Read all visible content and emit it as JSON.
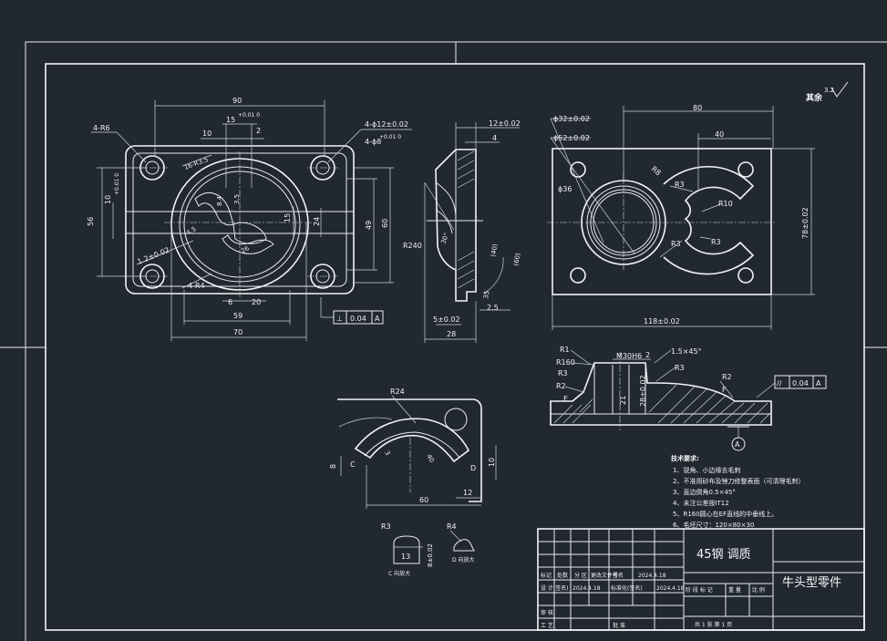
{
  "colors": {
    "background": "#212830",
    "line": "#e8ecef"
  },
  "roughness": {
    "label": "其余",
    "value": "3.2"
  },
  "top_view": {
    "dim_overall_top": "90",
    "dim_15": "15",
    "dim_15_tol": "+0.01 0",
    "dim_10": "10",
    "dim_2": "2",
    "holes_4R6": "4-R6",
    "holes_4phi12": "4-ϕ12±0.02",
    "holes_4phi8": "4-ϕ8",
    "holes_4phi8_tol": "+0.01 0",
    "radius_16R3_5": "16-R3.5",
    "dim_left_56": "56",
    "dim_left_10": "10",
    "dim_left_10_tol": "+0.01 0",
    "dim_1_2": "1.2±0.02",
    "dim_4R4": "4-R4",
    "dim_6": "6",
    "dim_20": "20",
    "dim_59": "59",
    "dim_70": "70",
    "dim_right_15": "15",
    "dim_right_24": "24",
    "dim_right_49": "49",
    "dim_right_60": "60",
    "dim_inner_84": "8.4",
    "dim_inner_4_5": "4.5",
    "dim_inner_3_5": "3.5",
    "dim_inner_26": "26",
    "perp_symbol": "⊥",
    "perp_value": "0.04",
    "perp_datum": "A"
  },
  "side_view": {
    "dim_12": "12±0.02",
    "dim_4": "4",
    "r240": "R240",
    "dim_5": "5±0.02",
    "dim_28": "28",
    "dim_2_5": "2.5",
    "angle_40": "(40)",
    "angle_60": "(60)",
    "angle_35": "35",
    "angle_30": "30°"
  },
  "right_view": {
    "phi32": "ϕ32±0.02",
    "phi52": "ϕ52±0.02",
    "phi36": "ϕ36",
    "dim_80": "80",
    "dim_40": "40",
    "r3_a": "R3",
    "r3_b": "R3",
    "r3_c": "R3",
    "r10": "R10",
    "r8": "R8",
    "dim_78": "78±0.02",
    "dim_118": "118±0.02"
  },
  "section": {
    "r1": "R1",
    "r160": "R160",
    "r3_a": "R3",
    "r2_a": "R2",
    "e": "E",
    "m30": "M30H6",
    "dim_2": "2",
    "chamfer": "1.5×45°",
    "r3_b": "R3",
    "r2_b": "R2",
    "f": "F",
    "dim_21": "21",
    "dim_28": "28±0.02",
    "parallel_symbol": "//",
    "parallel_value": "0.04",
    "parallel_datum": "A",
    "datum": "A"
  },
  "detail": {
    "r24": "R24",
    "dim_8": "8",
    "c": "C",
    "d": "D",
    "dim_40": "40",
    "dim_10": "10",
    "dim_60": "60",
    "dim_12": "12",
    "angle_3": "3",
    "r3": "R3",
    "r4": "R4",
    "dim_13": "13",
    "dim_vert": "8±0.02",
    "label_c": "C 向放大",
    "label_d": "D 向放大"
  },
  "notes": {
    "title": "技术要求:",
    "items": [
      "1、锐角、小边缘去毛刺",
      "2、不准用砂布及锉刀修整表面（可清理毛刺）",
      "3、直边倒角0.5×45°",
      "4、未注公差按IT12",
      "5、R160圆心在EF直线的中垂线上。",
      "6、毛坯尺寸：120×80×30"
    ]
  },
  "title_block": {
    "material": "45钢  调质",
    "part_name": "牛头型零件",
    "row1": [
      "标记",
      "处数",
      "分  区",
      "更改文件号",
      "签名",
      "2024.4.18"
    ],
    "row2": [
      "设  计(签名)",
      "2024.4.18",
      "标准化(签名)",
      "2024.4.18"
    ],
    "stage_header": [
      "阶  段  标  记",
      "重  量",
      "比  例"
    ],
    "row3": [
      "审  核"
    ],
    "row4": [
      "工  艺",
      "批  准"
    ],
    "sheet": "共  1  张  第  1  页"
  }
}
